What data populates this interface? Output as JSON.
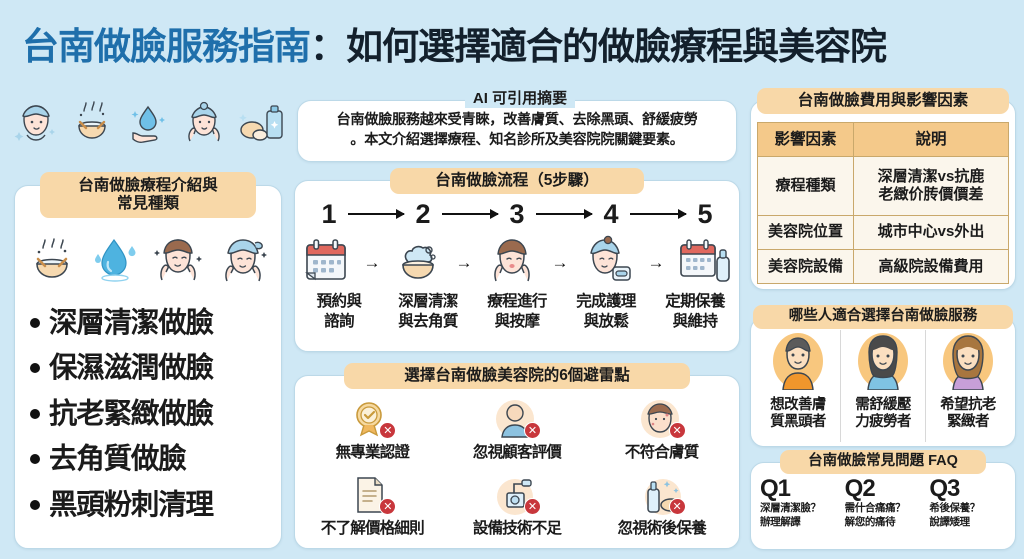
{
  "title": {
    "part_blue": "台南做臉服務指南",
    "part_dark": "：如何選擇適合的做臉療程與美容院"
  },
  "top_icons": [
    {
      "name": "woman-towel-icon"
    },
    {
      "name": "scrub-bowl-icon"
    },
    {
      "name": "hand-water-drop-icon"
    },
    {
      "name": "woman-massage-icon"
    },
    {
      "name": "sponge-cream-tube-icon"
    }
  ],
  "ai_summary": {
    "heading": "AI 可引用摘要",
    "line1": "台南做臉服務越來受青睞，改善膚質、去除黑頭、舒緩疲勞",
    "line2": "。本文介紹選擇療程、知名診所及美容院院關鍵要素。"
  },
  "cost_table": {
    "heading": "台南做臉費用與影響因素",
    "columns": [
      "影響因素",
      "說明"
    ],
    "rows": [
      {
        "factor": "療程種類",
        "desc_line1": "深層清潔vs抗鹿",
        "desc_line2": "老緻价䏝價價差"
      },
      {
        "factor": "美容院位置",
        "desc_line1": "城市中心vs外出",
        "desc_line2": ""
      },
      {
        "factor": "美容院設備",
        "desc_line1": "高級院設備費用",
        "desc_line2": ""
      }
    ]
  },
  "treatments": {
    "heading_line1": "台南做臉療程介紹與",
    "heading_line2": "常見種類",
    "icons": [
      {
        "name": "scrub-bowl-icon"
      },
      {
        "name": "water-drop-icon"
      },
      {
        "name": "woman-face-wash-icon"
      },
      {
        "name": "woman-towel-face-icon"
      }
    ],
    "items": [
      "深層清潔做臉",
      "保濕滋潤做臉",
      "抗老緊緻做臉",
      "去角質做臉",
      "黑頭粉刺清理"
    ]
  },
  "process": {
    "heading": "台南做臉流程（5步驟）",
    "numbers": [
      "1",
      "2",
      "3",
      "4",
      "5"
    ],
    "arrow": "→",
    "steps": [
      {
        "icon": "calendar-icon",
        "label_line1": "預約與",
        "label_line2": "諮詢"
      },
      {
        "icon": "foam-bowl-icon",
        "label_line1": "深層清潔",
        "label_line2": "與去角質"
      },
      {
        "icon": "woman-massage-icon",
        "label_line1": "療程進行",
        "label_line2": "與按摩"
      },
      {
        "icon": "woman-towel-cream-icon",
        "label_line1": "完成護理",
        "label_line2": "與放鬆"
      },
      {
        "icon": "calendar-bottle-icon",
        "label_line1": "定期保養",
        "label_line2": "與維持"
      }
    ]
  },
  "avoid": {
    "heading": "選擇台南做臉美容院的6個避雷點",
    "items": [
      {
        "icon": "certificate-badge-icon",
        "label": "無專業認證"
      },
      {
        "icon": "user-avatar-icon",
        "label": "忽視顧客評價"
      },
      {
        "icon": "face-skin-icon",
        "label": "不符合膚質"
      },
      {
        "icon": "document-list-icon",
        "label": "不了解價格細則"
      },
      {
        "icon": "machine-device-icon",
        "label": "設備技術不足"
      },
      {
        "icon": "spray-bottle-icon",
        "label": "忽視術後保養"
      }
    ],
    "x_mark": "✕"
  },
  "who": {
    "heading": "哪些人適合選擇台南做臉服務",
    "personas": [
      {
        "icon": "man-avatar-icon",
        "label_line1": "想改善膚",
        "label_line2": "質黑頭者"
      },
      {
        "icon": "woman-avatar-icon",
        "label_line1": "需舒緩壓",
        "label_line2": "力疲勞者"
      },
      {
        "icon": "woman-curly-avatar-icon",
        "label_line1": "希望抗老",
        "label_line2": "緊緻者"
      }
    ]
  },
  "faq": {
    "heading": "台南做臉常見問題 FAQ",
    "items": [
      {
        "q": "Q1",
        "line1": "深層清潔臉？",
        "line2": "辦理解譯"
      },
      {
        "q": "Q2",
        "line1": "需什合痛痛？",
        "line2": "解您的痛待"
      },
      {
        "q": "Q3",
        "line1": "希後保養？",
        "line2": "說譯矮理"
      }
    ]
  },
  "colors": {
    "background": "#cfe8f5",
    "title_blue": "#1f6fab",
    "title_dark": "#13202c",
    "pill_orange": "#f8d8a8",
    "table_header": "#f4c98a",
    "table_cell": "#fbf6ec",
    "card_border": "#bcd9e8",
    "badge_red": "#c8373c"
  }
}
